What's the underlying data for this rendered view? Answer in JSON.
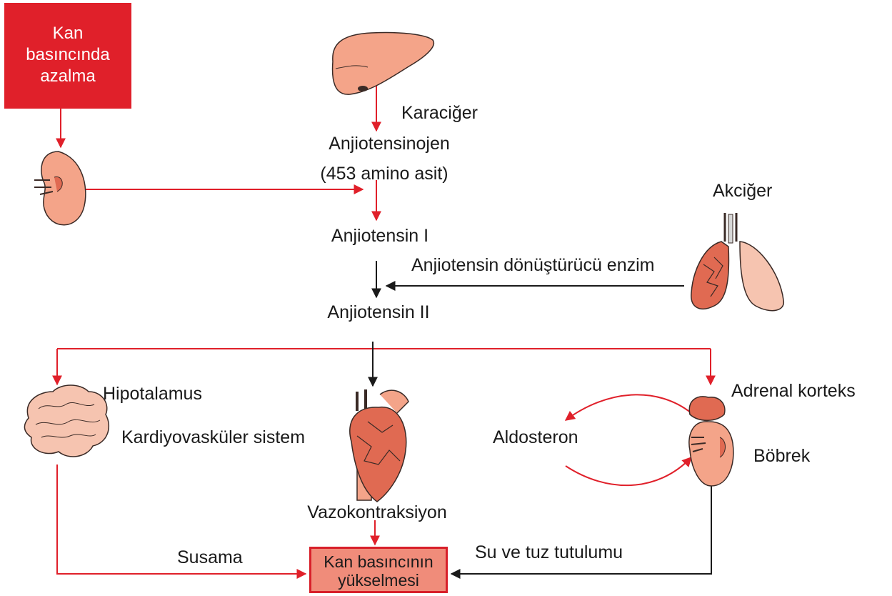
{
  "start": {
    "lines": [
      "Kan",
      "basıncında",
      "azalma"
    ]
  },
  "organs": {
    "liver": "Karaciğer",
    "lung": "Akciğer",
    "hypothalamus": "Hipotalamus",
    "cardio": "Kardiyovasküler sistem",
    "adrenal": "Adrenal korteks",
    "kidney": "Böbrek"
  },
  "steps": {
    "angiotensinogen": "Anjiotensinojen",
    "angiotensinogen_note": "(453 amino asit)",
    "angiotensin1": "Anjiotensin I",
    "ace": "Anjiotensin dönüştürücü enzim",
    "angiotensin2": "Anjiotensin II",
    "aldosterone": "Aldosteron",
    "vasoconstriction": "Vazokontraksiyon",
    "thirst": "Susama",
    "water_salt": "Su ve tuz tutulumu"
  },
  "end": {
    "lines": [
      "Kan basıncının",
      "yükselmesi"
    ]
  },
  "colors": {
    "red_arrow": "#e0202a",
    "black_arrow": "#1a1a1a",
    "start_fill": "#e0202a",
    "end_fill": "#f08c7a",
    "organ_fill": "#f4a489",
    "organ_stroke": "#3a2a26"
  }
}
